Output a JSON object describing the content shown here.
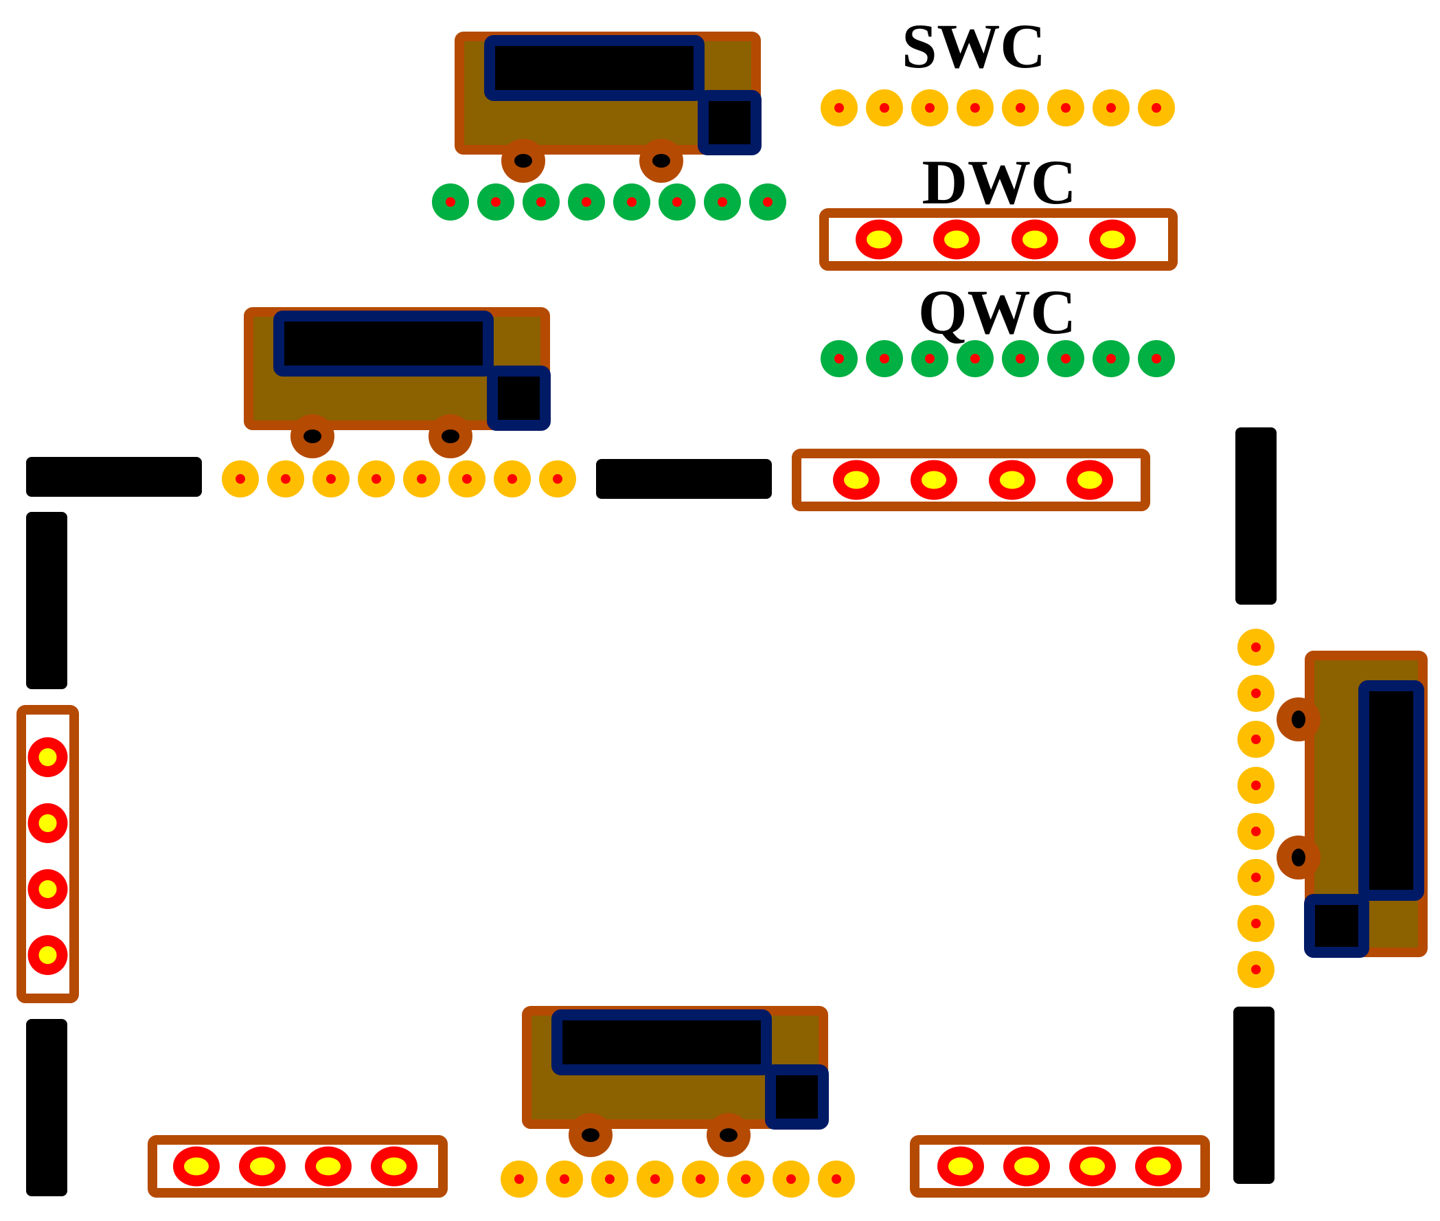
{
  "legend": {
    "swc_label": "SWC",
    "dwc_label": "DWC",
    "qwc_label": "QWC"
  },
  "colors": {
    "background": "#ffffff",
    "truck_body": "#8c6100",
    "truck_outline": "#b54a03",
    "cab_outline": "#001a66",
    "wheel": "#b54a03",
    "wall": "#000000",
    "swc_outer": "#ffbf00",
    "swc_dot": "#ff0000",
    "qwc_outer": "#00b043",
    "qwc_dot": "#ff0000",
    "dwc_ring": "#ff0000",
    "dwc_center": "#ffff00",
    "dwc_frame": "#b54a03"
  },
  "icons": {
    "truck": "truck-icon",
    "swc_element": "swc-element-icon",
    "dwc_element": "dwc-element-icon",
    "qwc_element": "qwc-element-icon",
    "wall": "wall-segment"
  }
}
